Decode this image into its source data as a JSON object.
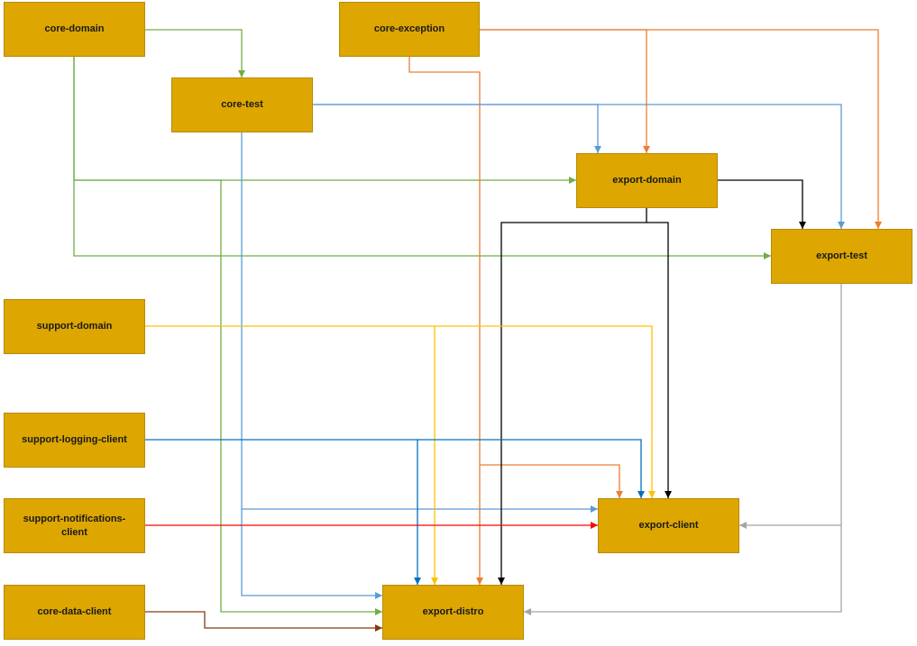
{
  "nodes": {
    "core_domain": "core-domain",
    "core_exception": "core-exception",
    "core_test": "core-test",
    "export_domain": "export-domain",
    "export_test": "export-test",
    "support_domain": "support-domain",
    "support_logging_client": "support-logging-client",
    "support_notifications_client": "support-notifications-\nclient",
    "core_data_client": "core-data-client",
    "export_client": "export-client",
    "export_distro": "export-distro"
  },
  "edge_colors": {
    "core_domain": "#70AD47",
    "core_exception": "#ED7D31",
    "core_test": "#5B9BD5",
    "export_domain": "#000000",
    "export_test": "#A5A5A5",
    "support_domain": "#FFC000",
    "support_logging_client": "#0070C0",
    "support_notifications_client": "#FF0000",
    "core_data_client": "#843C0C"
  },
  "edges": [
    {
      "from": "core_domain",
      "to": "core_test"
    },
    {
      "from": "core_domain",
      "to": "export_domain"
    },
    {
      "from": "core_domain",
      "to": "export_test"
    },
    {
      "from": "core_domain",
      "to": "export_distro"
    },
    {
      "from": "core_exception",
      "to": "export_domain"
    },
    {
      "from": "core_exception",
      "to": "export_test"
    },
    {
      "from": "core_exception",
      "to": "export_client"
    },
    {
      "from": "core_exception",
      "to": "export_distro"
    },
    {
      "from": "core_test",
      "to": "export_domain"
    },
    {
      "from": "core_test",
      "to": "export_test"
    },
    {
      "from": "core_test",
      "to": "export_client"
    },
    {
      "from": "core_test",
      "to": "export_distro"
    },
    {
      "from": "export_domain",
      "to": "export_test"
    },
    {
      "from": "export_domain",
      "to": "export_client"
    },
    {
      "from": "export_domain",
      "to": "export_distro"
    },
    {
      "from": "export_test",
      "to": "export_client"
    },
    {
      "from": "export_test",
      "to": "export_distro"
    },
    {
      "from": "support_domain",
      "to": "export_client"
    },
    {
      "from": "support_domain",
      "to": "export_distro"
    },
    {
      "from": "support_logging_client",
      "to": "export_client"
    },
    {
      "from": "support_logging_client",
      "to": "export_distro"
    },
    {
      "from": "support_notifications_client",
      "to": "export_client"
    },
    {
      "from": "core_data_client",
      "to": "export_distro"
    }
  ]
}
